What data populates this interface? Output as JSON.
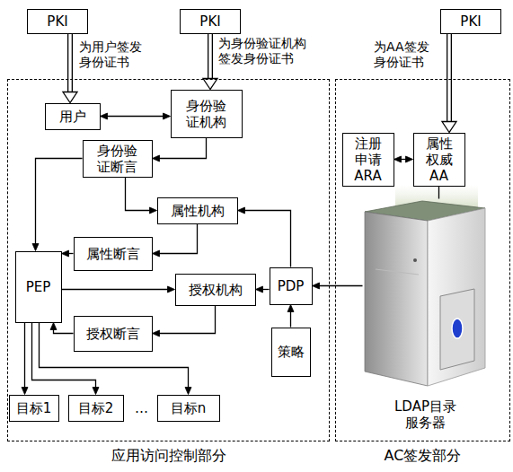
{
  "diagram": {
    "nodes": [
      {
        "text": [
          "PKI"
        ]
      },
      {
        "text": [
          "PKI"
        ]
      },
      {
        "text": [
          "PKI"
        ]
      },
      {
        "text": [
          "应用访问控制部分"
        ]
      },
      {
        "text": [
          "用户"
        ],
        "in": 3
      },
      {
        "text": [
          "身份验证机构"
        ],
        "in": 3
      },
      {
        "text": [
          "身份验证断言"
        ],
        "in": 3
      },
      {
        "text": [
          "属性机构"
        ],
        "in": 3
      },
      {
        "text": [
          "属性断言"
        ],
        "in": 3
      },
      {
        "text": [
          "PEP"
        ],
        "in": 3
      },
      {
        "text": [
          "授权机构"
        ],
        "in": 3
      },
      {
        "text": [
          "PDP"
        ],
        "in": 3
      },
      {
        "text": [
          "授权断言"
        ],
        "in": 3
      },
      {
        "text": [
          "策略"
        ],
        "in": 3
      },
      {
        "text": [
          "目标1"
        ],
        "in": 3
      },
      {
        "text": [
          "目标2"
        ],
        "in": 3
      },
      {
        "text": [
          "目标n"
        ],
        "in": 3
      },
      {
        "text": [
          "AC签发部分"
        ]
      },
      {
        "text": [
          "注册申请ARA"
        ],
        "in": 17
      },
      {
        "text": [
          "属性权威AA"
        ],
        "in": 17
      },
      {
        "text": [
          "LDAP目录服务器"
        ],
        "in": 17
      }
    ],
    "edges": [
      {
        "from": 0,
        "to": 4,
        "arrow": "to"
      },
      {
        "from": 1,
        "to": 5,
        "arrow": "to"
      },
      {
        "from": 2,
        "to": 19,
        "arrow": "to"
      },
      {
        "from": 4,
        "to": 5,
        "arrow": "both"
      },
      {
        "from": 5,
        "to": 6,
        "arrow": "to"
      },
      {
        "from": 6,
        "to": 9,
        "arrow": "to"
      },
      {
        "from": 6,
        "to": 7,
        "arrow": "to"
      },
      {
        "from": 7,
        "to": 8,
        "arrow": "to"
      },
      {
        "from": 8,
        "to": 9,
        "arrow": "to"
      },
      {
        "from": 9,
        "to": 10,
        "arrow": "to"
      },
      {
        "from": 11,
        "to": 10,
        "arrow": "to"
      },
      {
        "from": 11,
        "to": 7,
        "arrow": "to"
      },
      {
        "from": 13,
        "to": 11,
        "arrow": "to"
      },
      {
        "from": 10,
        "to": 12,
        "arrow": "to"
      },
      {
        "from": 12,
        "to": 9,
        "arrow": "to"
      },
      {
        "from": 9,
        "to": 14,
        "arrow": "to"
      },
      {
        "from": 9,
        "to": 15,
        "arrow": "to"
      },
      {
        "from": 9,
        "to": 16,
        "arrow": "to"
      },
      {
        "from": 20,
        "to": 11,
        "arrow": "to"
      },
      {
        "from": 18,
        "to": 19,
        "arrow": "both"
      },
      {
        "from": 19,
        "to": 20,
        "arrow": "none"
      }
    ],
    "labels": [
      "为用户签发身份证书",
      "为身份验证机构签发身份证书",
      "为AA签发身份证书",
      "…"
    ]
  }
}
